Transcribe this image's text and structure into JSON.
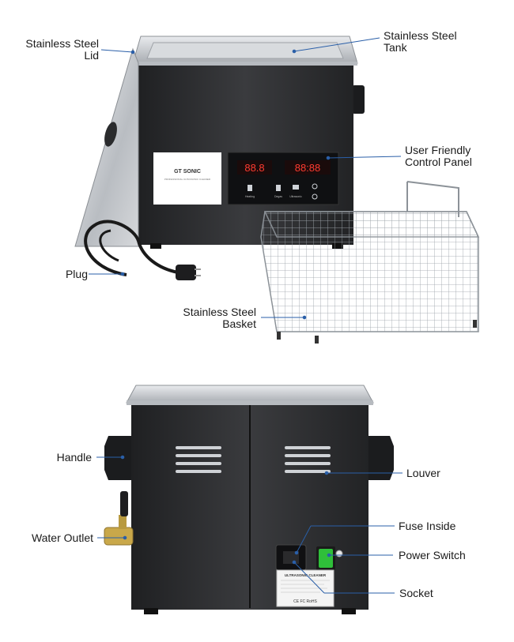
{
  "callouts": {
    "lid": {
      "line1": "Stainless Steel",
      "line2": "Lid"
    },
    "tank": {
      "line1": "Stainless Steel",
      "line2": "Tank"
    },
    "panel": {
      "line1": "User Friendly",
      "line2": "Control Panel"
    },
    "plug": "Plug",
    "basket": {
      "line1": "Stainless Steel",
      "line2": "Basket"
    },
    "handle": "Handle",
    "louver": "Louver",
    "water_outlet": "Water Outlet",
    "fuse": "Fuse Inside",
    "power_switch": "Power Switch",
    "socket": "Socket"
  },
  "front_panel": {
    "brand": "GT SONIC",
    "subtitle": "PROFESSIONAL ULTRASONIC CLEANER",
    "display_left": "88.8",
    "display_right": "88:88",
    "buttons": [
      "Heating",
      "Degas",
      "Ultrasonic"
    ]
  },
  "rear_sticker": {
    "title": "ULTRASONIC CLEANER",
    "marks": "CE FC RoHS"
  },
  "colors": {
    "body": "#2b2c2e",
    "steel": "#c9ccd0",
    "leader": "#2a5fa8",
    "switch": "#2fbf3a"
  }
}
